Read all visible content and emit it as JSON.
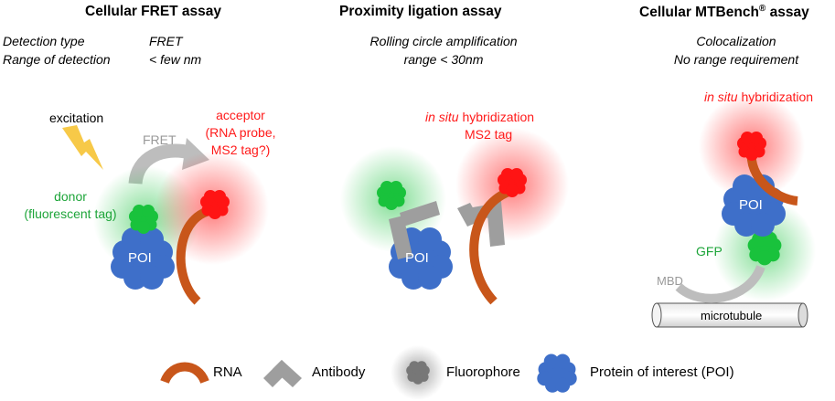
{
  "panels": {
    "fret": {
      "title": "Cellular FRET assay",
      "detection_type_label": "Detection type",
      "detection_type_value": "FRET",
      "range_label": "Range of detection",
      "range_value": "< few nm",
      "excitation": "excitation",
      "fret_label": "FRET",
      "acceptor_line1": "acceptor",
      "acceptor_line2": "(RNA probe,",
      "acceptor_line3": "MS2 tag?)",
      "donor_line1": "donor",
      "donor_line2": "(fluorescent tag)",
      "poi": "POI"
    },
    "pla": {
      "title": "Proximity ligation assay",
      "detection_type_value": "Rolling circle amplification",
      "range_value": "range < 30nm",
      "insitu_italic": "in situ",
      "insitu_rest": " hybridization",
      "ms2": "MS2 tag",
      "poi": "POI"
    },
    "mtbench": {
      "title_main": "Cellular MTBench",
      "title_sup": "®",
      "title_end": " assay",
      "detection_type_value": "Colocalization",
      "range_value": "No range requirement",
      "insitu_italic": "in situ",
      "insitu_rest": " hybridization",
      "poi": "POI",
      "gfp": "GFP",
      "mbd": "MBD",
      "microtubule": "microtubule"
    }
  },
  "legend": {
    "rna": "RNA",
    "antibody": "Antibody",
    "fluorophore": "Fluorophore",
    "poi": "Protein of interest (POI)"
  },
  "colors": {
    "rna": "#c8561a",
    "antibody": "#9e9e9e",
    "poi": "#3e6fc9",
    "donor": "#19c23c",
    "acceptor": "#ff1414",
    "label_red": "#ff1a1a",
    "label_green": "#1ea53a",
    "lightning": "#f7c948"
  }
}
